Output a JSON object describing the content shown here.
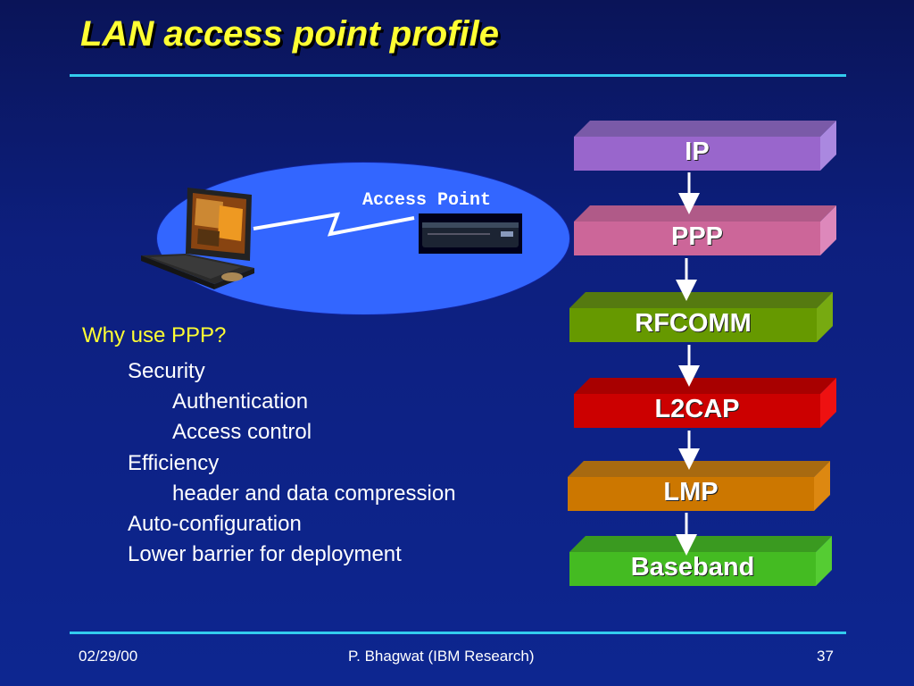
{
  "slide": {
    "title": "LAN access point profile",
    "diagram": {
      "access_point_label": "Access Point"
    },
    "question": "Why use PPP?",
    "bullets": [
      "Security",
      "Authentication",
      "Access control",
      "Efficiency",
      "header and data compression",
      "Auto-configuration",
      "Lower barrier for deployment"
    ],
    "stack": {
      "layers": [
        {
          "label": "IP",
          "front": "#9966cc",
          "top": "#7a5aa8",
          "side": "#aa88e0"
        },
        {
          "label": "PPP",
          "front": "#cc6699",
          "top": "#b05a88",
          "side": "#dd88bb"
        },
        {
          "label": "RFCOMM",
          "front": "#669900",
          "top": "#557a10",
          "side": "#77aa11"
        },
        {
          "label": "L2CAP",
          "front": "#cc0000",
          "top": "#a80000",
          "side": "#ee1111"
        },
        {
          "label": "LMP",
          "front": "#cc7700",
          "top": "#a86a10",
          "side": "#dd8811"
        },
        {
          "label": "Baseband",
          "front": "#44bb22",
          "top": "#3a9a20",
          "side": "#55cc33"
        }
      ]
    },
    "footer": {
      "date": "02/29/00",
      "author": "P. Bhagwat  (IBM Research)",
      "page": "37"
    }
  }
}
